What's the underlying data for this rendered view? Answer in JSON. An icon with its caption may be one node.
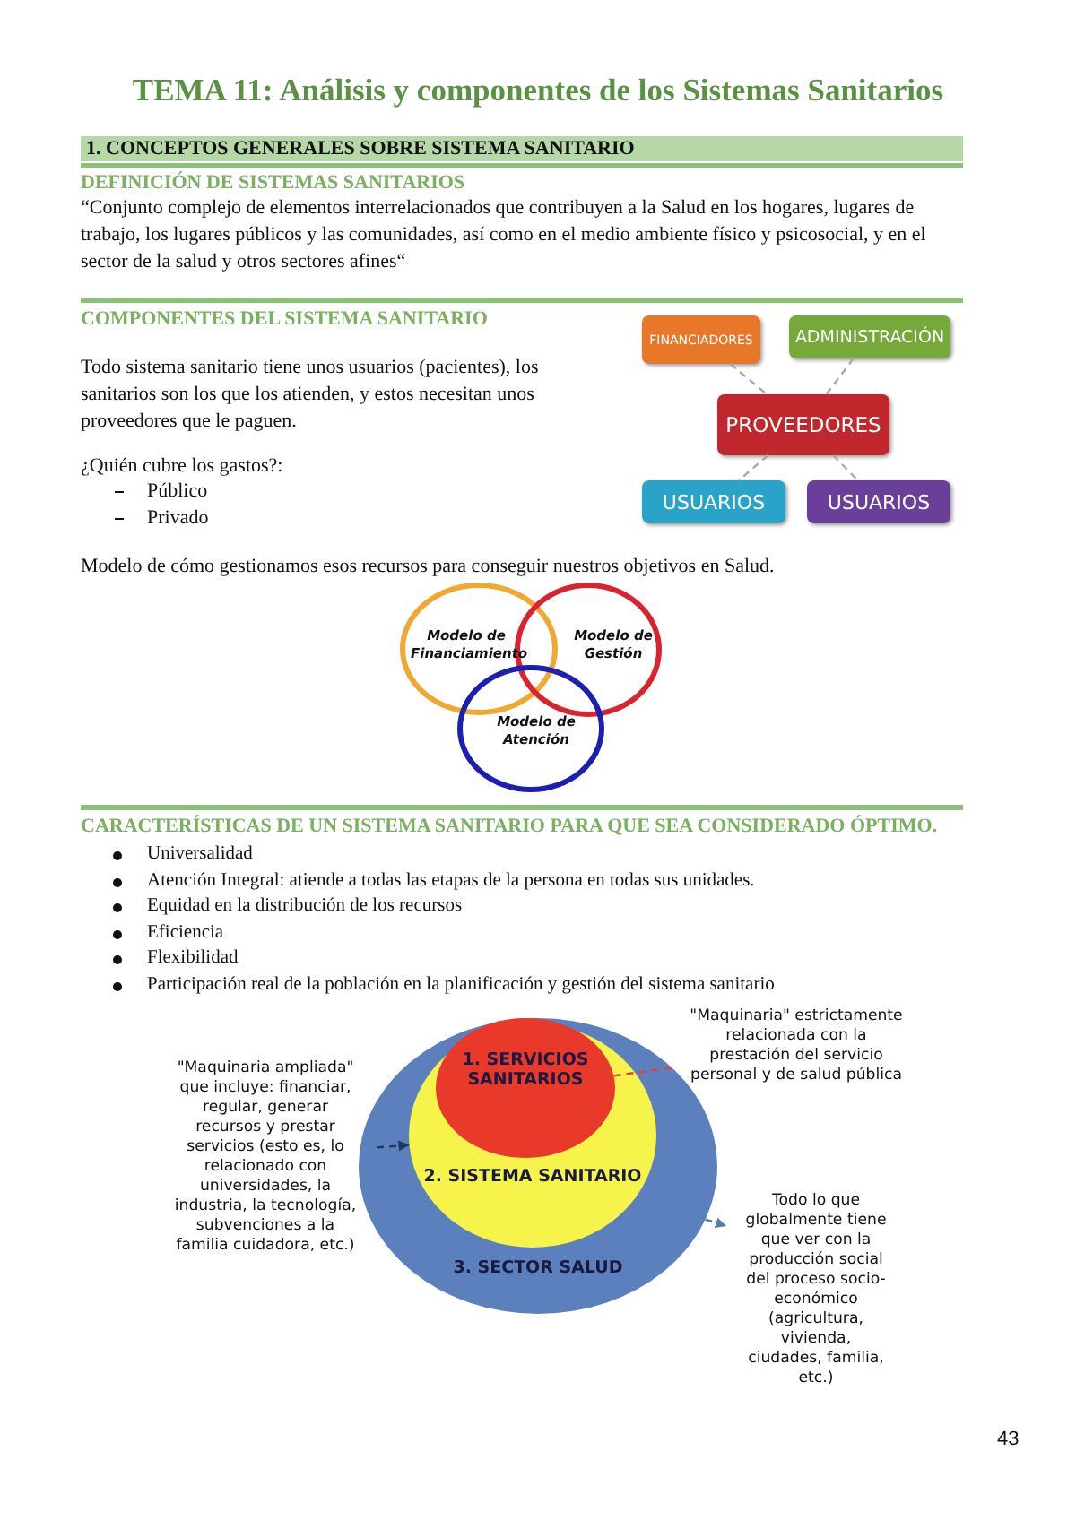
{
  "diagram": {
    "title": "TEMA 11: Análisis y componentes de los Sistemas Sanitarios",
    "nodes": [
      {
        "text": [
          "FINANCIADORES"
        ]
      },
      {
        "text": [
          "ADMINISTRACIÓN"
        ]
      },
      {
        "text": [
          "PROVEEDORES"
        ]
      },
      {
        "text": [
          "USUARIOS"
        ]
      },
      {
        "text": [
          "USUARIOS"
        ]
      },
      {
        "text": [
          "Modelo de Financiamiento"
        ]
      },
      {
        "text": [
          "Modelo de Gestión"
        ]
      },
      {
        "text": [
          "Modelo de Atención"
        ]
      },
      {
        "text": [
          "3. SECTOR SALUD"
        ]
      },
      {
        "text": [
          "2. SISTEMA SANITARIO"
        ],
        "in": 8
      },
      {
        "text": [
          "1. SERVICIOS SANITARIOS"
        ],
        "in": 9
      },
      {
        "text": [
          "\"Maquinaria\" estrictamente relacionada con la prestación del servicio personal y de salud pública"
        ]
      },
      {
        "text": [
          "\"Maquinaria ampliada\" que incluye: financiar, regular, generar recursos y prestar servicios (esto es, lo relacionado con universidades, la industria, la tecnología, subvenciones a la familia cuidadora, etc.)"
        ]
      },
      {
        "text": [
          "Todo lo que globalmente tiene que ver con la producción social del proceso socio-económico (agricultura, vivienda, ciudades, familia, etc.)"
        ]
      }
    ],
    "edges": [
      {
        "from": 0,
        "to": 2,
        "arrow": "none",
        "style": "dashed"
      },
      {
        "from": 1,
        "to": 2,
        "arrow": "none",
        "style": "dashed"
      },
      {
        "from": 2,
        "to": 3,
        "arrow": "none",
        "style": "dashed"
      },
      {
        "from": 2,
        "to": 4,
        "arrow": "none",
        "style": "dashed"
      },
      {
        "from": 11,
        "to": 10,
        "arrow": "none",
        "style": "dashed",
        "color": "#e04040"
      },
      {
        "from": 12,
        "to": 9,
        "arrow": "to",
        "style": "dashed",
        "color": "#1f3a5f"
      },
      {
        "from": 8,
        "to": 13,
        "arrow": "to",
        "style": "dashed",
        "color": "#5a7aa8"
      }
    ],
    "labels": [
      "1. CONCEPTOS GENERALES SOBRE SISTEMA SANITARIO",
      "DEFINICIÓN DE SISTEMAS SANITARIOS",
      "“Conjunto complejo de elementos interrelacionados que contribuyen a la Salud en los hogares, lugares de trabajo, los lugares públicos y las comunidades, así como en el medio ambiente físico y psicosocial, y en el sector de la salud y otros sectores afines“",
      "COMPONENTES DEL SISTEMA SANITARIO",
      "Todo sistema sanitario tiene unos usuarios (pacientes), los sanitarios son los que los atienden, y estos necesitan unos proveedores que le paguen.",
      "¿Quién cubre los gastos?:",
      "Público",
      "Privado",
      "Modelo de cómo gestionamos esos recursos para conseguir nuestros objetivos en Salud.",
      "CARACTERÍSTICAS DE UN SISTEMA SANITARIO PARA QUE SEA CONSIDERADO ÓPTIMO.",
      "Universalidad",
      "Atención Integral: atiende a todas las etapas de la persona en todas sus unidades.",
      "Equidad en la distribución de los recursos",
      "Eficiencia",
      "Flexibilidad",
      "Participación real de la población en la planificación y gestión del sistema sanitario",
      "43"
    ]
  }
}
